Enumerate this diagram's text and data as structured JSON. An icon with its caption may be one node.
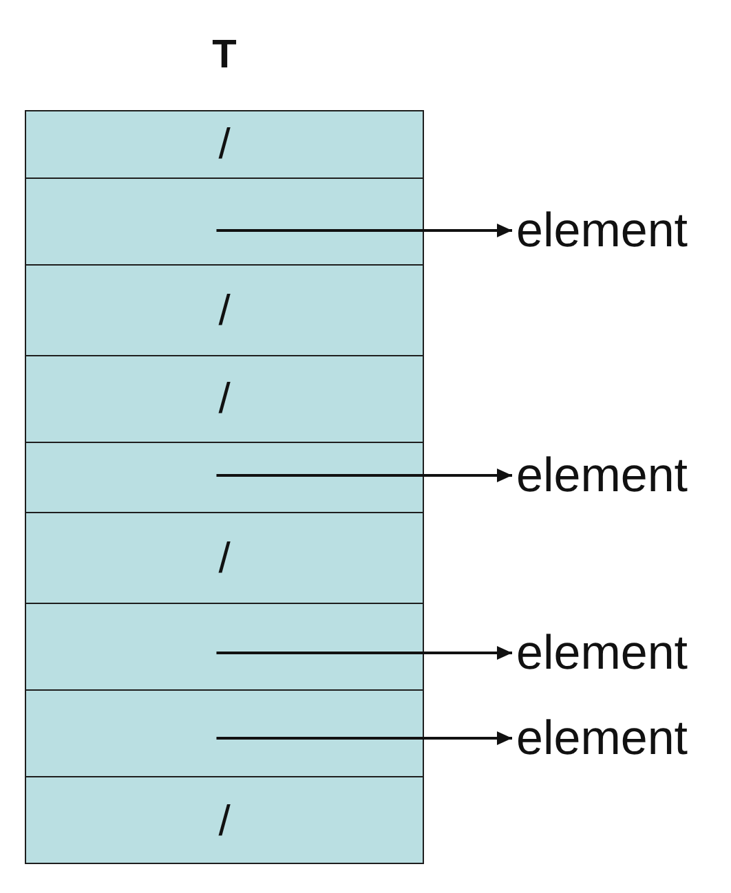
{
  "diagram": {
    "nodes": [
      {
        "text": [
          "T"
        ]
      },
      {
        "text": [
          "/"
        ],
        "in": 0
      },
      {
        "text": [],
        "shape": "box",
        "in": 0
      },
      {
        "text": [
          "/"
        ],
        "in": 0
      },
      {
        "text": [
          "/"
        ],
        "in": 0
      },
      {
        "text": [],
        "shape": "box",
        "in": 0
      },
      {
        "text": [
          "/"
        ],
        "in": 0
      },
      {
        "text": [],
        "shape": "box",
        "in": 0
      },
      {
        "text": [],
        "shape": "box",
        "in": 0
      },
      {
        "text": [
          "/"
        ],
        "in": 0
      },
      {
        "text": [
          "element"
        ]
      },
      {
        "text": [
          "element"
        ]
      },
      {
        "text": [
          "element"
        ]
      },
      {
        "text": [
          "element"
        ]
      }
    ],
    "edges": [
      {
        "from": 2,
        "to": 10,
        "arrow": "to"
      },
      {
        "from": 5,
        "to": 11,
        "arrow": "to"
      },
      {
        "from": 7,
        "to": 12,
        "arrow": "to"
      },
      {
        "from": 8,
        "to": 13,
        "arrow": "to"
      }
    ]
  }
}
